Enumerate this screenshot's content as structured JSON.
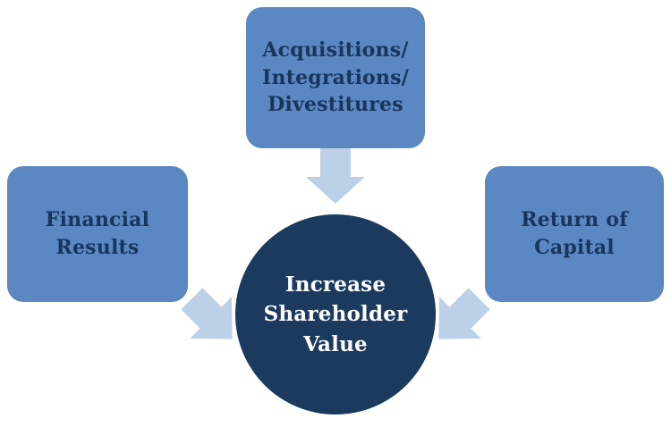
{
  "diagram": {
    "type": "hub-and-spoke",
    "nodes": {
      "top": {
        "label": "Acquisitions/\nIntegrations/\nDivestitures"
      },
      "left": {
        "label": "Financial\nResults"
      },
      "right": {
        "label": "Return of\nCapital"
      },
      "center": {
        "label": "Increase\nShareholder\nValue"
      }
    },
    "arrows": [
      {
        "from": "top",
        "to": "center",
        "direction": "down"
      },
      {
        "from": "left",
        "to": "center",
        "direction": "down-right"
      },
      {
        "from": "right",
        "to": "center",
        "direction": "down-left"
      }
    ],
    "colors": {
      "background": "#ffffff",
      "node-fill": "#5b87c3",
      "node-text": "#17365d",
      "hub-fill": "#1b3a5e",
      "hub-text": "#ffffff",
      "arrow-fill": "#bcd0e8"
    }
  }
}
